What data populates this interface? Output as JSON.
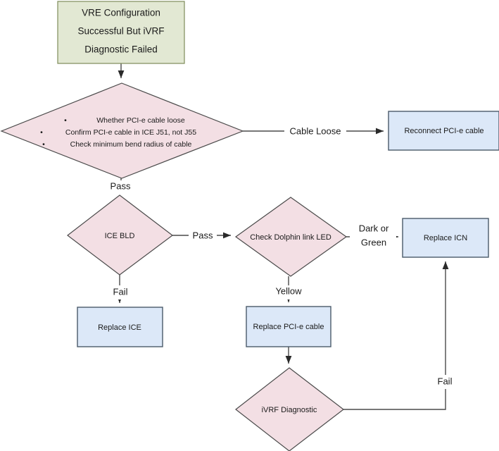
{
  "diagram": {
    "title": "VRE iVRF Diagnostic Troubleshooting Flowchart",
    "colors": {
      "start_fill": "#e2e8d3",
      "decision_fill": "#f3dfe4",
      "action_fill": "#dce8f8",
      "stroke": "#4a4a4a",
      "background": "#ffffff"
    },
    "nodes": {
      "start": {
        "shape": "rectangle",
        "line1": "VRE Configuration",
        "line2": "Successful But iVRF",
        "line3": "Diagnostic Failed"
      },
      "cable_check": {
        "shape": "diamond",
        "bullet1": "Whether PCI-e cable loose",
        "bullet2": "Confirm PCI-e cable in ICE J51, not J55",
        "bullet3": "Check minimum bend radius of cable",
        "bullet_glyph": "•"
      },
      "reconnect_cable": {
        "shape": "rectangle",
        "label": "Reconnect PCI-e cable"
      },
      "ice_bld": {
        "shape": "diamond",
        "label": "ICE BLD"
      },
      "dolphin_led": {
        "shape": "diamond",
        "label": "Check Dolphin link LED"
      },
      "replace_icn": {
        "shape": "rectangle",
        "label": "Replace ICN"
      },
      "replace_ice": {
        "shape": "rectangle",
        "label": "Replace ICE"
      },
      "replace_pcie_cable": {
        "shape": "rectangle",
        "label": "Replace PCI-e cable"
      },
      "ivrf_diagnostic": {
        "shape": "diamond",
        "label": "iVRF Diagnostic"
      }
    },
    "edges": {
      "start_to_check": {
        "label": ""
      },
      "check_to_reconnect": {
        "label": "Cable Loose"
      },
      "check_to_ice_bld": {
        "label": "Pass"
      },
      "ice_bld_to_dolphin": {
        "label": "Pass"
      },
      "ice_bld_to_replace_ice": {
        "label": "Fail"
      },
      "dolphin_to_icn": {
        "label_line1": "Dark or",
        "label_line2": "Green"
      },
      "dolphin_to_replace_cable": {
        "label": "Yellow"
      },
      "replace_cable_to_ivrf": {
        "label": ""
      },
      "ivrf_to_icn": {
        "label": "Fail"
      }
    }
  }
}
